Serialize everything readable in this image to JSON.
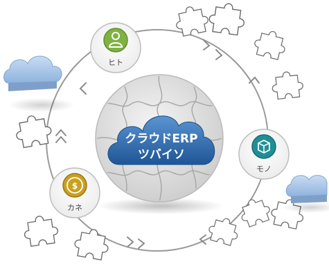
{
  "hub": {
    "line1": "クラウドERP",
    "line2": "ツバイソ"
  },
  "nodes": {
    "hito": {
      "label": "ヒト",
      "icon": "person-icon",
      "color": "#7fb241"
    },
    "mono": {
      "label": "モノ",
      "icon": "cube-icon",
      "color": "#1f8f97"
    },
    "kane": {
      "label": "カネ",
      "icon": "yen-coin-icon",
      "color": "#c9a020"
    }
  },
  "colors": {
    "ring": "#9a9a9a",
    "puzzle_outline": "#6d6d6d",
    "hub_cloud": "#2f6fae",
    "side_cloud": "#aac7e8"
  }
}
